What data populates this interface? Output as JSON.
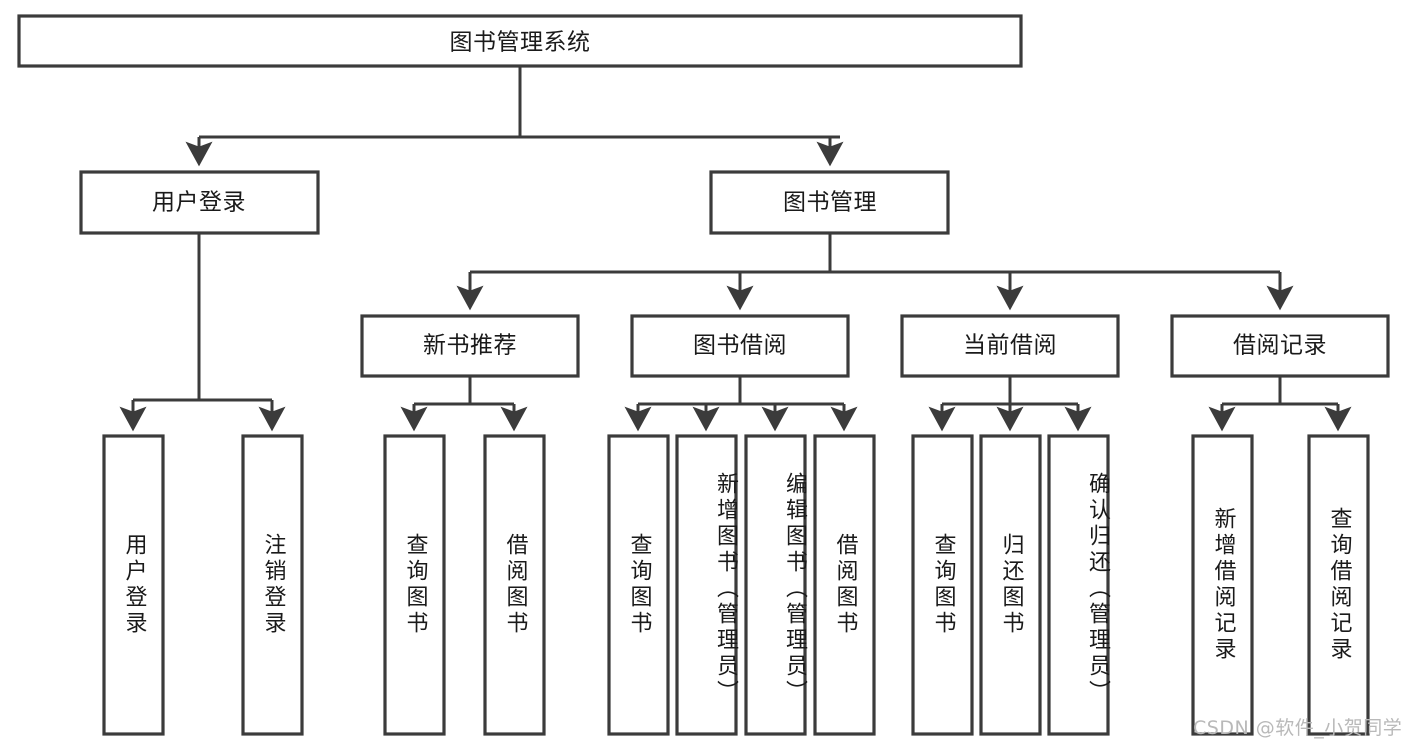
{
  "diagram": {
    "type": "tree-hierarchy-flowchart",
    "title": "图书管理系统",
    "colors": {
      "box_fill": "#ffffff",
      "box_stroke": "#3b3b3b",
      "text": "#1a1a1a",
      "background": "#ffffff",
      "watermark": "#b9b9b9"
    },
    "levels": {
      "root": {
        "label": "图书管理系统"
      },
      "level2": [
        {
          "label": "用户登录"
        },
        {
          "label": "图书管理"
        }
      ],
      "level3": [
        {
          "label": "新书推荐"
        },
        {
          "label": "图书借阅"
        },
        {
          "label": "当前借阅"
        },
        {
          "label": "借阅记录"
        }
      ],
      "leaves": {
        "user_login": [
          {
            "label": "用户登录"
          },
          {
            "label": "注销登录"
          }
        ],
        "new_book_recommend": [
          {
            "label": "查询图书"
          },
          {
            "label": "借阅图书"
          }
        ],
        "book_borrow": [
          {
            "label": "查询图书"
          },
          {
            "label": "新增图书（管理员）"
          },
          {
            "label": "编辑图书（管理员）"
          },
          {
            "label": "借阅图书"
          }
        ],
        "current_borrow": [
          {
            "label": "查询图书"
          },
          {
            "label": "归还图书"
          },
          {
            "label": "确认归还（管理员）"
          }
        ],
        "borrow_record": [
          {
            "label": "新增借阅记录"
          },
          {
            "label": "查询借阅记录"
          }
        ]
      }
    }
  },
  "watermark": {
    "text": "CSDN @软件_小贺同学"
  }
}
